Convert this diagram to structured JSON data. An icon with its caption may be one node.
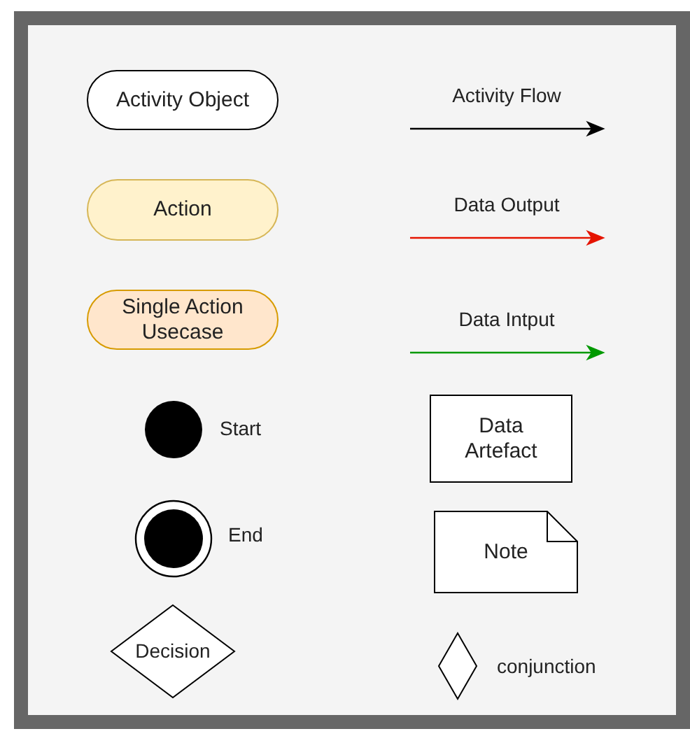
{
  "diagram": {
    "nodes": [
      {
        "text": [
          "Activity Object"
        ]
      },
      {
        "text": [
          "Action"
        ]
      },
      {
        "text": [
          "Single Action Usecase"
        ]
      },
      {
        "text": [],
        "shape": "circle",
        "beside": [
          "Start"
        ]
      },
      {
        "text": [],
        "shape": "circle",
        "beside": [
          "End"
        ]
      },
      {
        "text": [
          "Decision"
        ]
      },
      {
        "text": [
          "Data Artefact"
        ]
      },
      {
        "text": [
          "Note"
        ]
      },
      {
        "text": [],
        "shape": "diamond",
        "beside": [
          "conjunction"
        ]
      }
    ],
    "edges": [],
    "legend": [
      {
        "text": "Activity Flow",
        "color": "#000000"
      },
      {
        "text": "Data Output",
        "color": "#e51400"
      },
      {
        "text": "Data Intput",
        "color": "#009900"
      }
    ]
  }
}
